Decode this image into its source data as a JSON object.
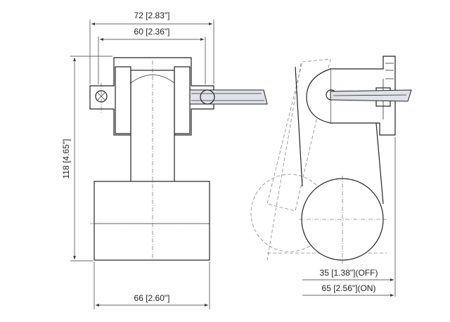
{
  "dimensions": {
    "overall_width": "72 [2.83\"]",
    "mount_width": "60 [2.36\"]",
    "height": "118 [4.65\"]",
    "float_width": "66 [2.60\"]",
    "switch_off": "35 [1.38\"](OFF)",
    "switch_on": "65 [2.56\"](ON)"
  }
}
